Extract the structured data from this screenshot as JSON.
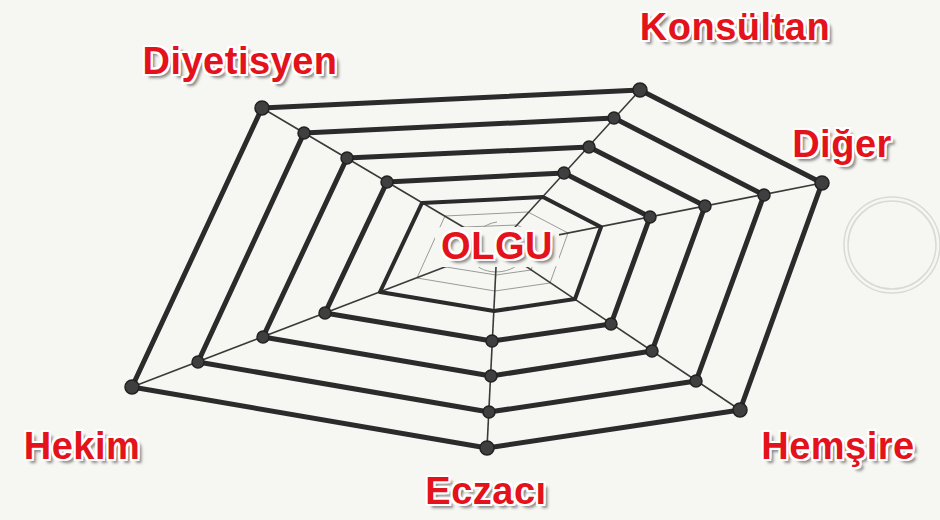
{
  "diagram": {
    "labels": [
      "Diyetisyen",
      "Konsültan",
      "Diğer",
      "OLGU",
      "Hekim",
      "Hemşire",
      "Eczacı"
    ]
  }
}
